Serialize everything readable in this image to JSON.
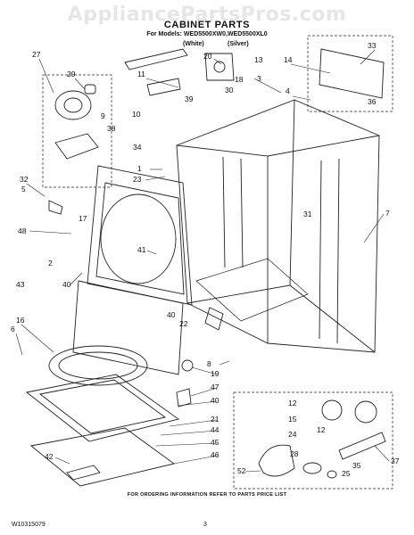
{
  "watermark": "AppliancePartsPros.com",
  "title": "CABINET PARTS",
  "models_line": "For Models: WED5500XW0,WED5500XL0",
  "color_white": "(White)",
  "color_silver": "(Silver)",
  "footer_text": "FOR ORDERING INFORMATION REFER TO PARTS PRICE LIST",
  "doc_number": "W10315079",
  "page_number": "3",
  "part_labels": [
    "27",
    "29",
    "9",
    "38",
    "32",
    "5",
    "17",
    "48",
    "2",
    "43",
    "40",
    "16",
    "6",
    "11",
    "39",
    "10",
    "34",
    "1",
    "23",
    "41",
    "40",
    "22",
    "19",
    "47",
    "40",
    "21",
    "44",
    "45",
    "46",
    "42",
    "20",
    "13",
    "18",
    "30",
    "3",
    "33",
    "14",
    "4",
    "36",
    "31",
    "7",
    "8",
    "12",
    "15",
    "24",
    "12",
    "37",
    "28",
    "25",
    "35",
    "52"
  ]
}
